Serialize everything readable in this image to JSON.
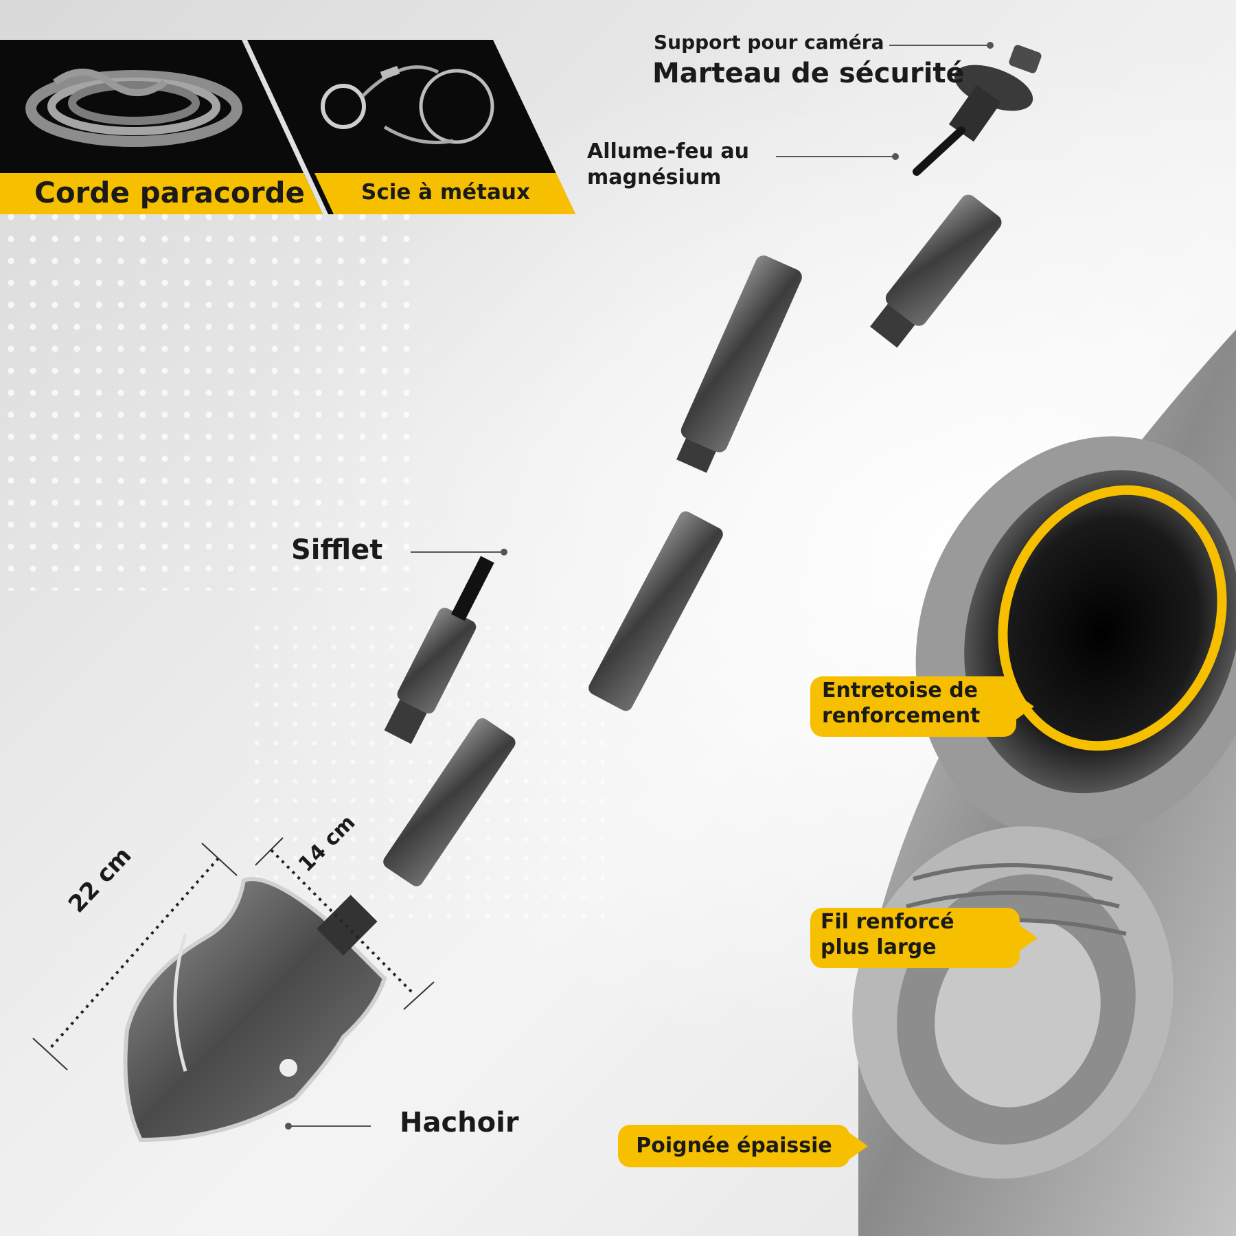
{
  "banner": {
    "accessory1": "Corde paracorde",
    "accessory2": "Scie à métaux"
  },
  "labels": {
    "camera_mount": "Support pour caméra",
    "safety_hammer": "Marteau de sécurité",
    "fire_starter": "Allume-feu au magnésium",
    "whistle": "Sifflet",
    "chopper": "Hachoir"
  },
  "callouts": {
    "spacer": "Entretoise de renforcement",
    "thread": "Fil renforcé plus large",
    "handle": "Poignée épaissie"
  },
  "dimensions": {
    "height": "22 cm",
    "width": "14 cm"
  },
  "colors": {
    "accent": "#f6c000",
    "banner": "#0a0a0a",
    "metal": "#5a5a5a"
  }
}
